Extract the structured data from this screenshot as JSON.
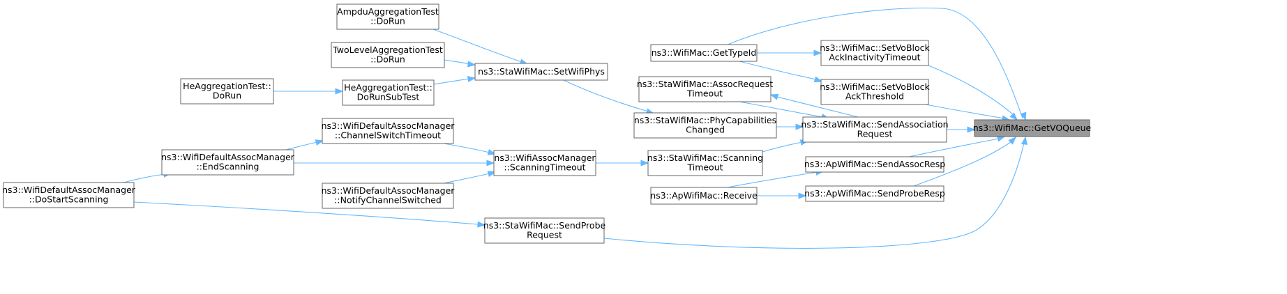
{
  "diagram": {
    "title": "",
    "nodes": [
      {
        "id": "root",
        "lines": [
          "ns3::WifiMac::GetVOQueue"
        ],
        "root": true
      },
      {
        "id": "getTypeId",
        "lines": [
          "ns3::WifiMac::GetTypeId"
        ]
      },
      {
        "id": "setVoBlockAckInactivityTimeout",
        "lines": [
          "ns3::WifiMac::SetVoBlock",
          "AckInactivityTimeout"
        ]
      },
      {
        "id": "setVoBlockAckThreshold",
        "lines": [
          "ns3::WifiMac::SetVoBlock",
          "AckThreshold"
        ]
      },
      {
        "id": "sendAssociationRequest",
        "lines": [
          "ns3::StaWifiMac::SendAssociation",
          "Request"
        ]
      },
      {
        "id": "sendAssocResp",
        "lines": [
          "ns3::ApWifiMac::SendAssocResp"
        ]
      },
      {
        "id": "sendProbeResp",
        "lines": [
          "ns3::ApWifiMac::SendProbeResp"
        ]
      },
      {
        "id": "sendProbeRequest",
        "lines": [
          "ns3::StaWifiMac::SendProbe",
          "Request"
        ]
      },
      {
        "id": "assocRequestTimeout",
        "lines": [
          "ns3::StaWifiMac::AssocRequest",
          "Timeout"
        ]
      },
      {
        "id": "phyCapabilitiesChanged",
        "lines": [
          "ns3::StaWifiMac::PhyCapabilities",
          "Changed"
        ]
      },
      {
        "id": "scanningTimeoutSta",
        "lines": [
          "ns3::StaWifiMac::Scanning",
          "Timeout"
        ]
      },
      {
        "id": "apReceive",
        "lines": [
          "ns3::ApWifiMac::Receive"
        ]
      },
      {
        "id": "setWifiPhys",
        "lines": [
          "ns3::StaWifiMac::SetWifiPhys"
        ]
      },
      {
        "id": "ampduDoRun",
        "lines": [
          "AmpduAggregationTest",
          "::DoRun"
        ]
      },
      {
        "id": "twoLevelDoRun",
        "lines": [
          "TwoLevelAggregationTest",
          "::DoRun"
        ]
      },
      {
        "id": "heDoRunSubTest",
        "lines": [
          "HeAggregationTest::",
          "DoRunSubTest"
        ]
      },
      {
        "id": "heDoRun",
        "lines": [
          "HeAggregationTest::",
          "DoRun"
        ]
      },
      {
        "id": "assocMgrScanningTimeout",
        "lines": [
          "ns3::WifiAssocManager",
          "::ScanningTimeout"
        ]
      },
      {
        "id": "channelSwitchTimeout",
        "lines": [
          "ns3::WifiDefaultAssocManager",
          "::ChannelSwitchTimeout"
        ]
      },
      {
        "id": "notifyChannelSwitched",
        "lines": [
          "ns3::WifiDefaultAssocManager",
          "::NotifyChannelSwitched"
        ]
      },
      {
        "id": "endScanning",
        "lines": [
          "ns3::WifiDefaultAssocManager",
          "::EndScanning"
        ]
      },
      {
        "id": "doStartScanning",
        "lines": [
          "ns3::WifiDefaultAssocManager",
          "::DoStartScanning"
        ]
      }
    ],
    "edges": [
      {
        "from": "getTypeId",
        "to": "root"
      },
      {
        "from": "setVoBlockAckInactivityTimeout",
        "to": "root"
      },
      {
        "from": "setVoBlockAckThreshold",
        "to": "root"
      },
      {
        "from": "sendAssociationRequest",
        "to": "root"
      },
      {
        "from": "sendAssocResp",
        "to": "root"
      },
      {
        "from": "sendProbeResp",
        "to": "root"
      },
      {
        "from": "sendProbeRequest",
        "to": "root"
      },
      {
        "from": "getTypeId",
        "to": "setVoBlockAckInactivityTimeout"
      },
      {
        "from": "getTypeId",
        "to": "setVoBlockAckThreshold"
      },
      {
        "from": "assocRequestTimeout",
        "to": "sendAssociationRequest"
      },
      {
        "from": "sendAssociationRequest",
        "to": "assocRequestTimeout"
      },
      {
        "from": "phyCapabilitiesChanged",
        "to": "sendAssociationRequest"
      },
      {
        "from": "scanningTimeoutSta",
        "to": "sendAssociationRequest"
      },
      {
        "from": "apReceive",
        "to": "sendAssocResp"
      },
      {
        "from": "apReceive",
        "to": "sendProbeResp"
      },
      {
        "from": "setWifiPhys",
        "to": "phyCapabilitiesChanged"
      },
      {
        "from": "assocMgrScanningTimeout",
        "to": "scanningTimeoutSta"
      },
      {
        "from": "ampduDoRun",
        "to": "setWifiPhys"
      },
      {
        "from": "twoLevelDoRun",
        "to": "setWifiPhys"
      },
      {
        "from": "heDoRunSubTest",
        "to": "setWifiPhys"
      },
      {
        "from": "heDoRun",
        "to": "heDoRunSubTest"
      },
      {
        "from": "channelSwitchTimeout",
        "to": "assocMgrScanningTimeout"
      },
      {
        "from": "endScanning",
        "to": "assocMgrScanningTimeout"
      },
      {
        "from": "notifyChannelSwitched",
        "to": "assocMgrScanningTimeout"
      },
      {
        "from": "endScanning",
        "to": "channelSwitchTimeout"
      },
      {
        "from": "doStartScanning",
        "to": "endScanning"
      },
      {
        "from": "doStartScanning",
        "to": "sendProbeRequest"
      }
    ]
  },
  "colors": {
    "edge": "#63b8ff",
    "node_border": "#666666",
    "node_fill": "#ffffff",
    "root_fill": "#999999"
  }
}
